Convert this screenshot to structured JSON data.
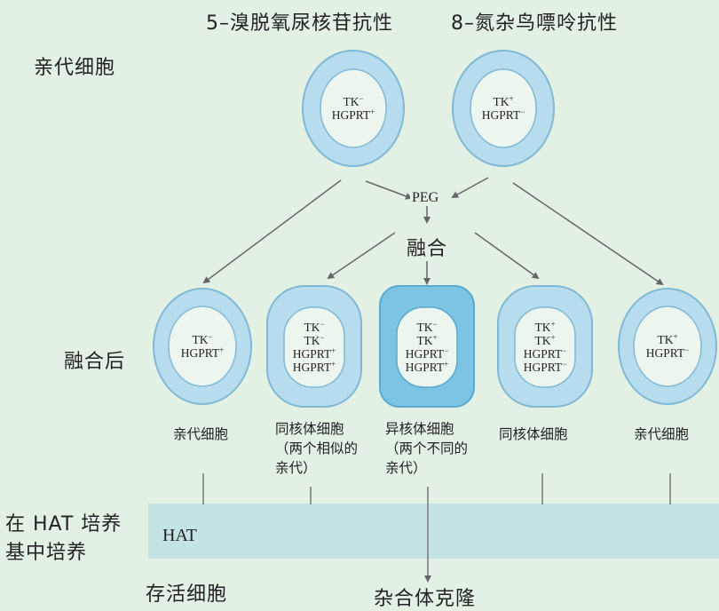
{
  "header": {
    "resist_left": "5–溴脱氧尿核苷抗性",
    "resist_right": "8–氮杂鸟嘌呤抗性"
  },
  "labels": {
    "parent_cells": "亲代细胞",
    "after_fusion": "融合后",
    "peg": "PEG",
    "fusion": "融合",
    "hat_culture_line1": "在 HAT 培养",
    "hat_culture_line2": "基中培养",
    "hat": "HAT",
    "survive": "存活细胞",
    "hybrid_clone": "杂合体克隆"
  },
  "parents": [
    {
      "line1": "TK",
      "sup1": "−",
      "line2": "HGPRT",
      "sup2": "+"
    },
    {
      "line1": "TK",
      "sup1": "+",
      "line2": "HGPRT",
      "sup2": "−"
    }
  ],
  "fused": [
    {
      "genes": [
        [
          "TK",
          "−"
        ],
        [
          "HGPRT",
          "+"
        ]
      ],
      "caption": [
        "亲代细胞"
      ]
    },
    {
      "genes": [
        [
          "TK",
          "−"
        ],
        [
          "TK",
          "−"
        ],
        [
          "HGPRT",
          "+"
        ],
        [
          "HGPRT",
          "+"
        ]
      ],
      "caption": [
        "同核体细胞",
        "（两个相似的",
        "亲代）"
      ]
    },
    {
      "genes": [
        [
          "TK",
          "−"
        ],
        [
          "TK",
          "+"
        ],
        [
          "HGPRT",
          "−"
        ],
        [
          "HGPRT",
          "+"
        ]
      ],
      "caption": [
        "异核体细胞",
        "（两个不同的",
        "亲代）"
      ]
    },
    {
      "genes": [
        [
          "TK",
          "+"
        ],
        [
          "TK",
          "+"
        ],
        [
          "HGPRT",
          "−"
        ],
        [
          "HGPRT",
          "−"
        ]
      ],
      "caption": [
        "同核体细胞"
      ]
    },
    {
      "genes": [
        [
          "TK",
          "+"
        ],
        [
          "HGPRT",
          "−"
        ]
      ],
      "caption": [
        "亲代细胞"
      ]
    }
  ],
  "colors": {
    "background": "#e3f0e4",
    "cell_ring": "#b7dcee",
    "cell_ring_stroke": "#7fb9d6",
    "hybrid_fill": "#7cc4e4",
    "nucleus_fill": "#edf6ee",
    "hat_band": "#c4e3e3",
    "arrow": "#666666"
  }
}
